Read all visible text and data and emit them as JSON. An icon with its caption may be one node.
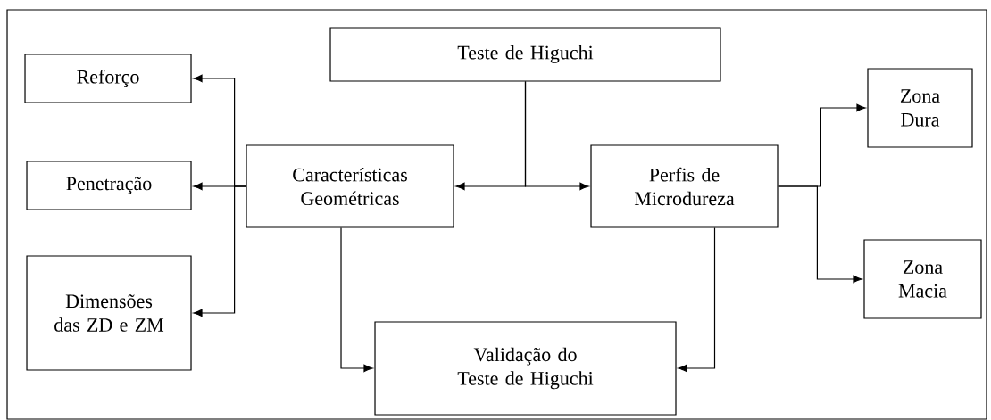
{
  "diagram": {
    "nodes": [
      {
        "text": [
          "Teste de Higuchi"
        ]
      },
      {
        "text": [
          "Reforço"
        ]
      },
      {
        "text": [
          "Penetração"
        ]
      },
      {
        "text": [
          "Dimensões das ZD e ZM"
        ]
      },
      {
        "text": [
          "Características Geométricas"
        ]
      },
      {
        "text": [
          "Perfis de Microdureza"
        ]
      },
      {
        "text": [
          "Zona Dura"
        ]
      },
      {
        "text": [
          "Zona Macia"
        ]
      },
      {
        "text": [
          "Validação do Teste de Higuchi"
        ]
      }
    ],
    "edges": [
      {
        "from": 0,
        "to": 4,
        "arrow": "to"
      },
      {
        "from": 0,
        "to": 5,
        "arrow": "to"
      },
      {
        "from": 4,
        "to": 1,
        "arrow": "to"
      },
      {
        "from": 4,
        "to": 2,
        "arrow": "to"
      },
      {
        "from": 4,
        "to": 3,
        "arrow": "to"
      },
      {
        "from": 4,
        "to": 8,
        "arrow": "to"
      },
      {
        "from": 5,
        "to": 8,
        "arrow": "to"
      },
      {
        "from": 5,
        "to": 6,
        "arrow": "to"
      },
      {
        "from": 5,
        "to": 7,
        "arrow": "to"
      }
    ]
  }
}
